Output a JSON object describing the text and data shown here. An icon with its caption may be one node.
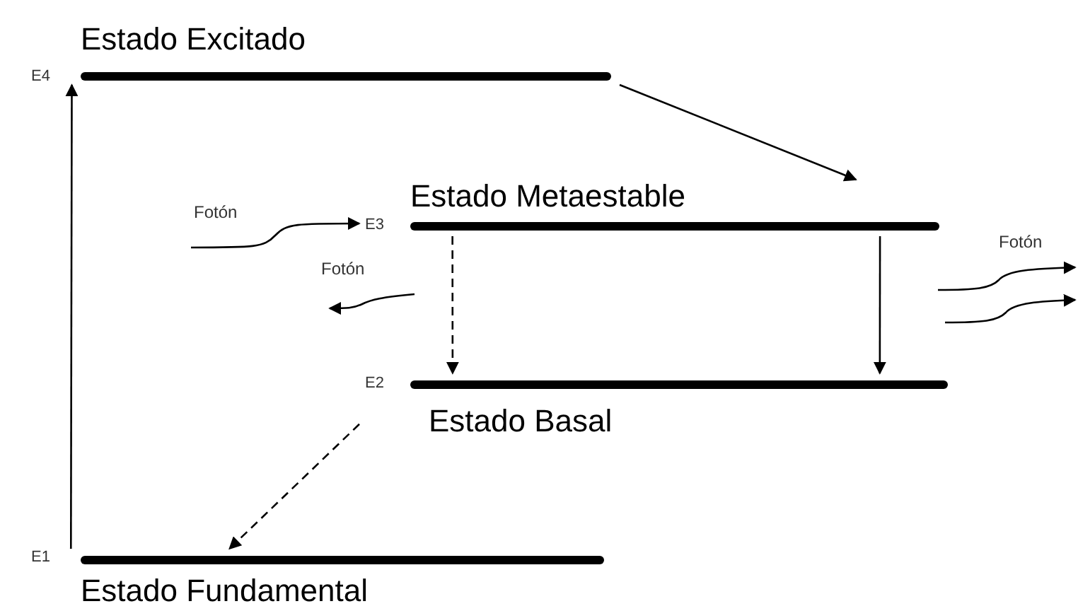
{
  "diagram": {
    "nodes": [
      {
        "text": [
          "Estado Excitado"
        ],
        "beside": [
          "E4"
        ]
      },
      {
        "text": [
          "Estado Metaestable"
        ],
        "beside": [
          "E3"
        ]
      },
      {
        "text": [
          "Estado Basal"
        ],
        "beside": [
          "E2"
        ]
      },
      {
        "text": [
          "Estado Fundamental"
        ],
        "beside": [
          "E1"
        ]
      }
    ],
    "edges": [
      {
        "from": 3,
        "to": 0,
        "arrow": "to"
      },
      {
        "from": 0,
        "to": 1,
        "arrow": "to"
      },
      {
        "from": null,
        "to": 1,
        "arrow": "to",
        "label": "Fotón"
      },
      {
        "from": 1,
        "to": 2,
        "arrow": "to",
        "style": "dashed"
      },
      {
        "from": 1,
        "to": 2,
        "arrow": "to"
      },
      {
        "from": 2,
        "to": 3,
        "arrow": "to",
        "style": "dashed"
      }
    ],
    "labels": [
      "Fotón",
      "Fotón"
    ]
  }
}
